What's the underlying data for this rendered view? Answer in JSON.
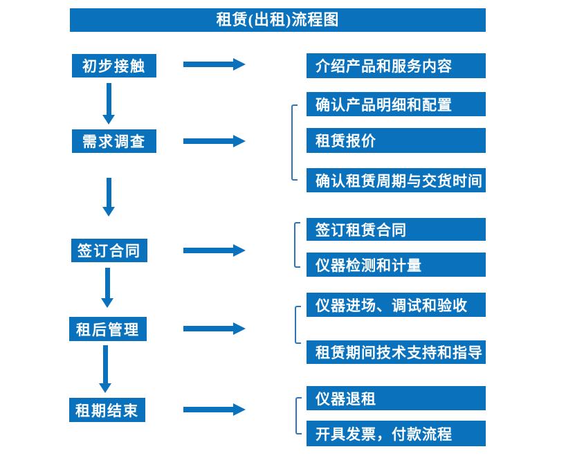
{
  "title": "租赁(出租)流程图",
  "colors": {
    "primary": "#0a72bd",
    "bracket": "#2e75b6",
    "text_on_primary": "#ffffff",
    "background": "#ffffff"
  },
  "flow": {
    "stages": [
      {
        "label": "初步接触",
        "details": [
          "介绍产品和服务内容"
        ]
      },
      {
        "label": "需求调查",
        "details": [
          "确认产品明细和配置",
          "租赁报价",
          "确认租赁周期与交货时间"
        ]
      },
      {
        "label": "签订合同",
        "details": [
          "签订租赁合同",
          "仪器检测和计量"
        ]
      },
      {
        "label": "租后管理",
        "details": [
          "仪器进场、调试和验收",
          "租赁期间技术支持和指导"
        ]
      },
      {
        "label": "租期结束",
        "details": [
          "仪器退租",
          "开具发票，付款流程"
        ]
      }
    ]
  }
}
